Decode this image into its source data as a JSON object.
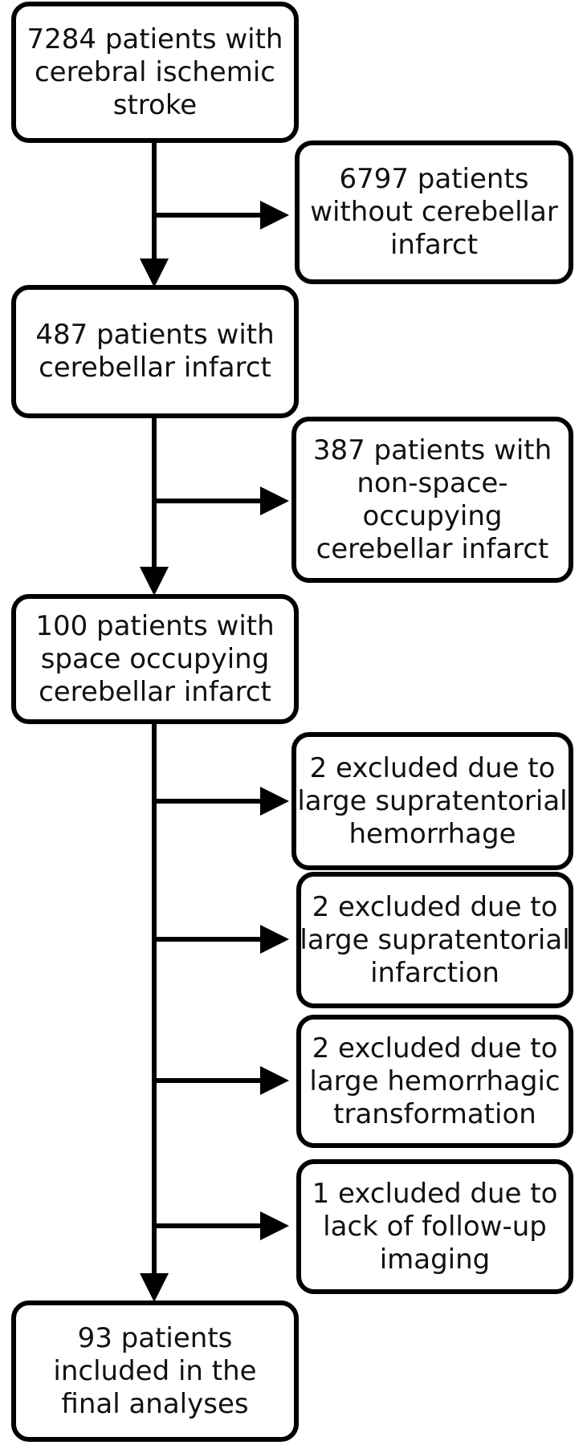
{
  "flowchart": {
    "main_steps": [
      {
        "lines": [
          "7284 patients with",
          "cerebral ischemic",
          "stroke"
        ]
      },
      {
        "lines": [
          "487 patients with",
          "cerebellar infarct"
        ]
      },
      {
        "lines": [
          "100 patients with",
          "space occupying",
          "cerebellar infarct"
        ]
      },
      {
        "lines": [
          "93 patients",
          "included in the",
          "final analyses"
        ]
      }
    ],
    "exclusions": [
      {
        "lines": [
          "6797 patients",
          "without cerebellar",
          "infarct"
        ]
      },
      {
        "lines": [
          "387 patients with",
          "non-space-",
          "occupying",
          "cerebellar infarct"
        ]
      },
      {
        "lines": [
          "2 excluded due to",
          "large supratentorial",
          "hemorrhage"
        ]
      },
      {
        "lines": [
          "2 excluded due to",
          "large supratentorial",
          "infarction"
        ]
      },
      {
        "lines": [
          "2 excluded due to",
          "large hemorrhagic",
          "transformation"
        ]
      },
      {
        "lines": [
          "1 excluded due to",
          "lack of follow-up",
          "imaging"
        ]
      }
    ]
  }
}
